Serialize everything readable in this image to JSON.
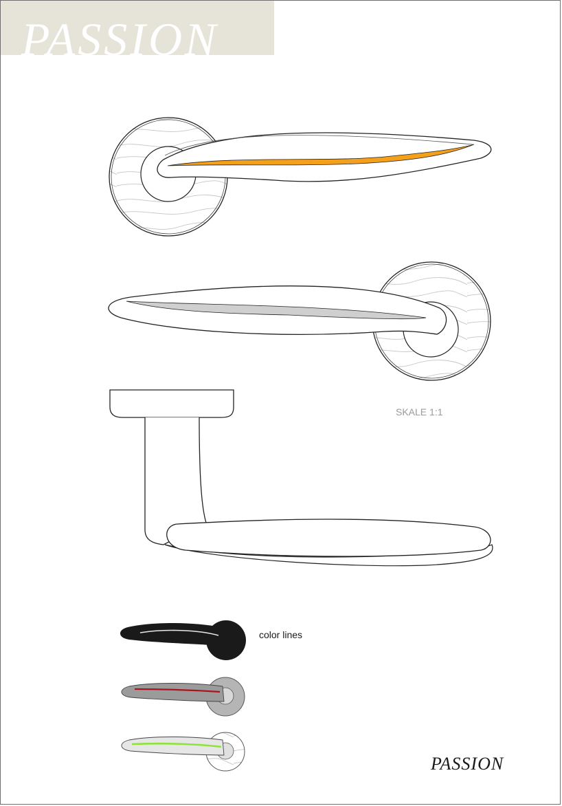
{
  "header": {
    "title": "PASSION"
  },
  "scale_label": "SKALE 1:1",
  "variants": {
    "label": "color lines",
    "accent_colors": {
      "main_view": "#f5a01a",
      "black": "#1a1a1a",
      "red": "#a8141c",
      "green": "#8ee23a"
    },
    "finishes": [
      "black",
      "grey-red",
      "light-green"
    ]
  },
  "footer": {
    "logo_text": "PASSION"
  }
}
